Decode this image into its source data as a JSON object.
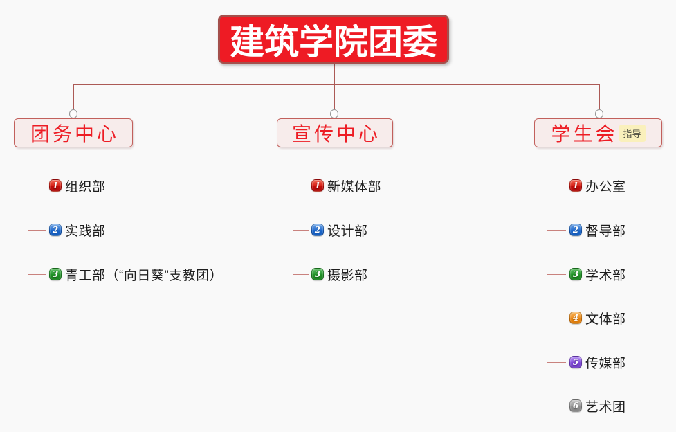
{
  "root_topic": {
    "label": "建筑学院团委"
  },
  "branches": [
    {
      "label": "团务中心",
      "children": [
        {
          "num": "1",
          "label": "组织部"
        },
        {
          "num": "2",
          "label": "实践部"
        },
        {
          "num": "3",
          "label": "青工部（“向日葵”支教团）"
        }
      ]
    },
    {
      "label": "宣传中心",
      "children": [
        {
          "num": "1",
          "label": "新媒体部"
        },
        {
          "num": "2",
          "label": "设计部"
        },
        {
          "num": "3",
          "label": "摄影部"
        }
      ]
    },
    {
      "label": "学生会",
      "tag": "指导",
      "children": [
        {
          "num": "1",
          "label": "办公室"
        },
        {
          "num": "2",
          "label": "督导部"
        },
        {
          "num": "3",
          "label": "学术部"
        },
        {
          "num": "4",
          "label": "文体部"
        },
        {
          "num": "5",
          "label": "传媒部"
        },
        {
          "num": "6",
          "label": "艺术团"
        }
      ]
    }
  ],
  "palette": {
    "canvas_bg": "#f9f9f9",
    "root_fill": "#ee1b24",
    "root_border": "#a4504c",
    "root_text": "#ffffff",
    "branch_fill": "#f7eceb",
    "branch_border": "#c2605c",
    "branch_text": "#ed1c24",
    "item_text": "#1e1e1e",
    "connector_main": "#ac5a56",
    "connector_sub": "#c9827e",
    "tag_bg": "#faf0bc",
    "tag_text": "#46463c",
    "badge_1_red": "#c30e0b",
    "badge_2_blue": "#1763c8",
    "badge_3_green": "#1f8f25",
    "badge_4_orange": "#e8830e",
    "badge_5_purple": "#7b44d4",
    "badge_6_gray": "#8e8e8e"
  }
}
